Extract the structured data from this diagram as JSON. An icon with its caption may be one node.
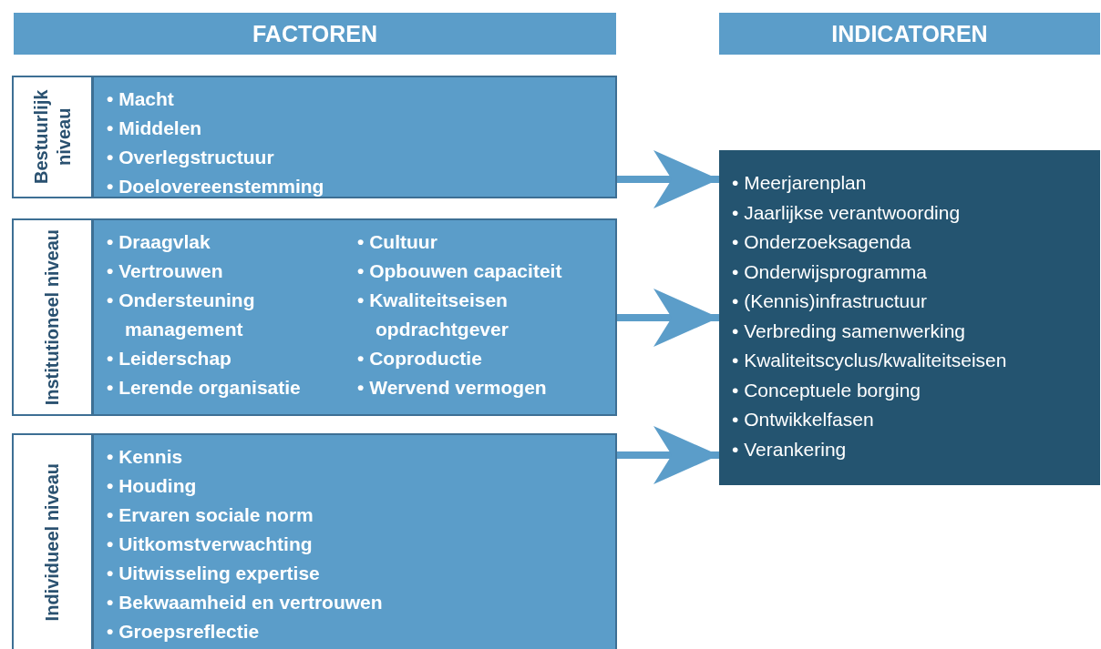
{
  "diagram": {
    "nodes": [
      {
        "text": [
          "FACTOREN"
        ]
      },
      {
        "text": [
          "INDICATOREN"
        ]
      },
      {
        "text": [
          "Bestuurlijk niveau"
        ]
      },
      {
        "text": [
          "• Macht",
          "• Middelen",
          "• Overlegstructuur",
          "• Doelovereenstemming"
        ]
      },
      {
        "text": [
          "Institutioneel niveau"
        ]
      },
      {
        "text": [
          "• Draagvlak",
          "• Vertrouwen",
          "• Ondersteuning management",
          "• Leiderschap",
          "• Lerende organisatie",
          "• Cultuur",
          "• Opbouwen capaciteit",
          "• Kwaliteitseisen opdrachtgever",
          "• Coproductie",
          "• Wervend vermogen"
        ]
      },
      {
        "text": [
          "Individueel niveau"
        ]
      },
      {
        "text": [
          "• Kennis",
          "• Houding",
          "• Ervaren sociale norm",
          "• Uitkomstverwachting",
          "• Uitwisseling expertise",
          "• Bekwaamheid en vertrouwen",
          "• Groepsreflectie"
        ]
      },
      {
        "text": [
          "• Meerjarenplan",
          "• Jaarlijkse verantwoording",
          "• Onderzoeksagenda",
          "• Onderwijsprogramma",
          "• (Kennis)infrastructuur",
          "• Verbreding samenwerking",
          "• Kwaliteitscyclus/kwaliteitseisen",
          "• Conceptuele borging",
          "• Ontwikkelfasen",
          "• Verankering"
        ]
      }
    ],
    "edges": [
      {
        "from": 3,
        "to": 8,
        "arrow": "to"
      },
      {
        "from": 5,
        "to": 8,
        "arrow": "to"
      },
      {
        "from": 7,
        "to": 8,
        "arrow": "to"
      }
    ]
  }
}
